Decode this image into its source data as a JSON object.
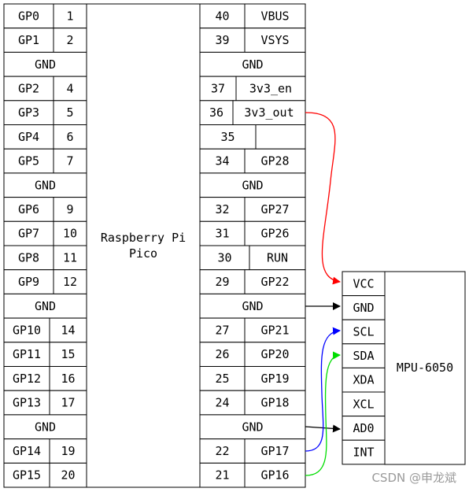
{
  "pico_label": [
    "Raspberry Pi",
    "Pico"
  ],
  "left_pins": [
    {
      "name": "GP0",
      "num": "1"
    },
    {
      "name": "GP1",
      "num": "2"
    },
    {
      "name": "GND",
      "num": ""
    },
    {
      "name": "GP2",
      "num": "4"
    },
    {
      "name": "GP3",
      "num": "5"
    },
    {
      "name": "GP4",
      "num": "6"
    },
    {
      "name": "GP5",
      "num": "7"
    },
    {
      "name": "GND",
      "num": ""
    },
    {
      "name": "GP6",
      "num": "9"
    },
    {
      "name": "GP7",
      "num": "10"
    },
    {
      "name": "GP8",
      "num": "11"
    },
    {
      "name": "GP9",
      "num": "12"
    },
    {
      "name": "GND",
      "num": ""
    },
    {
      "name": "GP10",
      "num": "14"
    },
    {
      "name": "GP11",
      "num": "15"
    },
    {
      "name": "GP12",
      "num": "16"
    },
    {
      "name": "GP13",
      "num": "17"
    },
    {
      "name": "GND",
      "num": ""
    },
    {
      "name": "GP14",
      "num": "19"
    },
    {
      "name": "GP15",
      "num": "20"
    }
  ],
  "right_pins": [
    {
      "num": "40",
      "name": "VBUS"
    },
    {
      "num": "39",
      "name": "VSYS"
    },
    {
      "num": "",
      "name": "GND"
    },
    {
      "num": "37",
      "name": "3v3_en"
    },
    {
      "num": "36",
      "name": "3v3_out"
    },
    {
      "num": "35",
      "name": ""
    },
    {
      "num": "34",
      "name": "GP28"
    },
    {
      "num": "",
      "name": "GND"
    },
    {
      "num": "32",
      "name": "GP27"
    },
    {
      "num": "31",
      "name": "GP26"
    },
    {
      "num": "30",
      "name": "RUN"
    },
    {
      "num": "29",
      "name": "GP22"
    },
    {
      "num": "",
      "name": "GND"
    },
    {
      "num": "27",
      "name": "GP21"
    },
    {
      "num": "26",
      "name": "GP20"
    },
    {
      "num": "25",
      "name": "GP19"
    },
    {
      "num": "24",
      "name": "GP18"
    },
    {
      "num": "",
      "name": "GND"
    },
    {
      "num": "22",
      "name": "GP17"
    },
    {
      "num": "21",
      "name": "GP16"
    }
  ],
  "mpu_label": "MPU-6050",
  "mpu_pins": [
    "VCC",
    "GND",
    "SCL",
    "SDA",
    "XDA",
    "XCL",
    "AD0",
    "INT"
  ],
  "wires": [
    {
      "from": "3v3_out",
      "to": "VCC",
      "color": "#ff0000"
    },
    {
      "from": "GND",
      "to": "GND",
      "color": "#000000"
    },
    {
      "from": "GND",
      "to": "AD0",
      "color": "#000000"
    },
    {
      "from": "GP17",
      "to": "SCL",
      "color": "#0000ff"
    },
    {
      "from": "GP16",
      "to": "SDA",
      "color": "#00dd00"
    }
  ],
  "watermark": "CSDN @申龙斌"
}
